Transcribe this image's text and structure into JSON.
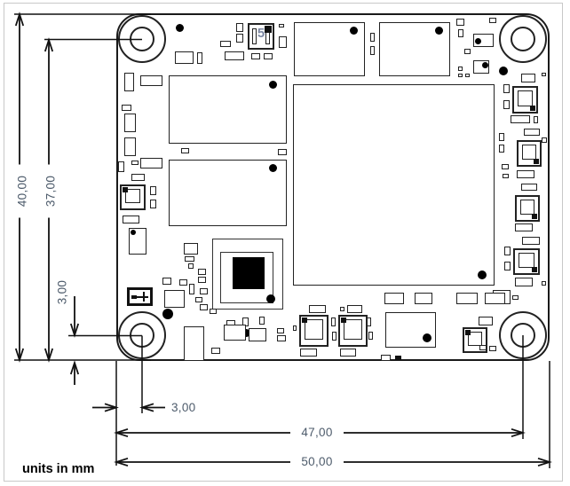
{
  "note": {
    "units": "units in mm"
  },
  "dimensions": {
    "board_height_mm": "40,00",
    "hole_center_to_bottom_mm": "37,00",
    "hole_offset_bottom_mm": "3,00",
    "hole_offset_left_mm": "3,00",
    "edge_to_hole_span_mm": "47,00",
    "board_width_mm": "50,00"
  },
  "oscillator_label": "5",
  "colors": {
    "dimension_text": "#4d5b6b",
    "drawing_line": "#111111",
    "note_text": "#000000",
    "frame_border": "#c8c8c8"
  },
  "components": [
    [
      "hole",
      133,
      17,
      54,
      54
    ],
    [
      "hole",
      562,
      17,
      54,
      54
    ],
    [
      "hole",
      133,
      351,
      54,
      54
    ],
    [
      "hole",
      562,
      351,
      54,
      54
    ],
    [
      "ic",
      331,
      25,
      80,
      61
    ],
    [
      "dot",
      394,
      30,
      9
    ],
    [
      "ic",
      427,
      25,
      80,
      61
    ],
    [
      "dot",
      490,
      30,
      9
    ],
    [
      "ic",
      190,
      85,
      133,
      77
    ],
    [
      "dot",
      303,
      91,
      9
    ],
    [
      "ic",
      190,
      180,
      133,
      75
    ],
    [
      "dot",
      303,
      185,
      9
    ],
    [
      "ic",
      330,
      95,
      227,
      227
    ],
    [
      "dot",
      538,
      305,
      10
    ],
    [
      "ic",
      434,
      352,
      57,
      40
    ],
    [
      "dot",
      476,
      376,
      10
    ],
    [
      "ic",
      533,
      38,
      23,
      15
    ],
    [
      "dot",
      535,
      43,
      7
    ],
    [
      "ic",
      533,
      68,
      18,
      15
    ],
    [
      "dot",
      543,
      70,
      7
    ],
    [
      "bga",
      239,
      269,
      80,
      80
    ],
    [
      "ind",
      135,
      208,
      29,
      29,
      "tl"
    ],
    [
      "ind",
      337,
      355,
      33,
      36,
      "tl"
    ],
    [
      "ind",
      381,
      355,
      33,
      36,
      "tl"
    ],
    [
      "ind",
      521,
      369,
      28,
      29,
      "tl"
    ],
    [
      "ind",
      577,
      97,
      29,
      31,
      "br"
    ],
    [
      "ind",
      582,
      158,
      28,
      30,
      "br"
    ],
    [
      "ind",
      580,
      220,
      28,
      30,
      "br"
    ],
    [
      "ind",
      578,
      280,
      30,
      30,
      "br"
    ],
    [
      "osc",
      279,
      26,
      30,
      30
    ],
    [
      "cross",
      143,
      324,
      29,
      21
    ],
    [
      "dot",
      198,
      27,
      9
    ],
    [
      "dot",
      562,
      75,
      10
    ],
    [
      "dot",
      183,
      348,
      12
    ],
    [
      "dot",
      273,
      371,
      9
    ],
    [
      "dot",
      212,
      396,
      8
    ],
    [
      "ic",
      140,
      82,
      11,
      21
    ],
    [
      "pass",
      158,
      85,
      25,
      12
    ],
    [
      "pass",
      137,
      118,
      11,
      7
    ],
    [
      "ic",
      140,
      128,
      13,
      21
    ],
    [
      "ic",
      140,
      155,
      13,
      21
    ],
    [
      "pass",
      133,
      182,
      7,
      12
    ],
    [
      "pass",
      148,
      181,
      8,
      5
    ],
    [
      "ic",
      158,
      178,
      25,
      12
    ],
    [
      "pass",
      148,
      196,
      15,
      8
    ],
    [
      "pass",
      169,
      210,
      7,
      10
    ],
    [
      "pass",
      169,
      225,
      7,
      10
    ],
    [
      "pass",
      138,
      243,
      19,
      9
    ],
    [
      "ic",
      145,
      257,
      20,
      30
    ],
    [
      "dot",
      147,
      259,
      6
    ],
    [
      "pass",
      248,
      46,
      12,
      7
    ],
    [
      "pass",
      266,
      26,
      8,
      10
    ],
    [
      "pass",
      266,
      38,
      8,
      10
    ],
    [
      "ic",
      197,
      58,
      21,
      14
    ],
    [
      "pass",
      222,
      59,
      6,
      13
    ],
    [
      "ic",
      253,
      58,
      22,
      10
    ],
    [
      "pass",
      283,
      60,
      10,
      7
    ],
    [
      "pass",
      297,
      60,
      10,
      7
    ],
    [
      "pass",
      314,
      27,
      6,
      4
    ],
    [
      "pass",
      314,
      41,
      9,
      13
    ],
    [
      "pass",
      417,
      37,
      5,
      10
    ],
    [
      "pass",
      417,
      52,
      5,
      10
    ],
    [
      "pass",
      514,
      21,
      9,
      8
    ],
    [
      "pass",
      516,
      33,
      6,
      9
    ],
    [
      "pass",
      551,
      20,
      8,
      6
    ],
    [
      "pass",
      523,
      55,
      7,
      6
    ],
    [
      "pass",
      516,
      75,
      5,
      5
    ],
    [
      "pass",
      516,
      83,
      5,
      4
    ],
    [
      "pass",
      524,
      83,
      5,
      4
    ],
    [
      "pass",
      587,
      83,
      16,
      10
    ],
    [
      "pass",
      610,
      82,
      5,
      4
    ],
    [
      "pass",
      567,
      95,
      7,
      10
    ],
    [
      "pass",
      567,
      113,
      7,
      10
    ],
    [
      "pass",
      575,
      130,
      22,
      9
    ],
    [
      "pass",
      601,
      131,
      5,
      8
    ],
    [
      "pass",
      590,
      145,
      18,
      8
    ],
    [
      "pass",
      562,
      150,
      6,
      9
    ],
    [
      "pass",
      562,
      163,
      6,
      9
    ],
    [
      "pass",
      610,
      155,
      6,
      6
    ],
    [
      "pass",
      565,
      185,
      8,
      6
    ],
    [
      "pass",
      566,
      196,
      7,
      5
    ],
    [
      "pass",
      582,
      192,
      20,
      9
    ],
    [
      "pass",
      587,
      207,
      18,
      8
    ],
    [
      "pass",
      580,
      252,
      20,
      9
    ],
    [
      "pass",
      588,
      267,
      20,
      9
    ],
    [
      "pass",
      568,
      278,
      7,
      10
    ],
    [
      "pass",
      568,
      295,
      7,
      10
    ],
    [
      "pass",
      580,
      313,
      20,
      10
    ],
    [
      "pass",
      610,
      317,
      5,
      5
    ],
    [
      "ic",
      555,
      327,
      20,
      16
    ],
    [
      "pass",
      577,
      333,
      7,
      5
    ],
    [
      "pass",
      204,
      167,
      9,
      6
    ],
    [
      "pass",
      313,
      168,
      10,
      7
    ],
    [
      "pass",
      207,
      274,
      16,
      13
    ],
    [
      "pass",
      208,
      289,
      11,
      6
    ],
    [
      "pass",
      212,
      297,
      6,
      6
    ],
    [
      "pass",
      183,
      313,
      10,
      8
    ],
    [
      "pass",
      202,
      315,
      9,
      7
    ],
    [
      "pass",
      223,
      303,
      9,
      7
    ],
    [
      "pass",
      223,
      312,
      9,
      7
    ],
    [
      "pass",
      213,
      320,
      6,
      12
    ],
    [
      "pass",
      225,
      325,
      9,
      7
    ],
    [
      "pass",
      220,
      335,
      8,
      6
    ],
    [
      "pass",
      225,
      343,
      9,
      7
    ],
    [
      "pass",
      236,
      348,
      8,
      6
    ],
    [
      "pass",
      255,
      361,
      10,
      7
    ],
    [
      "pass",
      255,
      370,
      10,
      7
    ],
    [
      "pass",
      273,
      358,
      7,
      10
    ],
    [
      "pass",
      292,
      357,
      6,
      9
    ],
    [
      "ic",
      185,
      327,
      23,
      20
    ],
    [
      "ic",
      207,
      368,
      23,
      39
    ],
    [
      "ic",
      252,
      366,
      25,
      18
    ],
    [
      "ic",
      280,
      370,
      20,
      15
    ],
    [
      "pass",
      312,
      370,
      8,
      6
    ],
    [
      "pass",
      312,
      378,
      10,
      7
    ],
    [
      "pass",
      238,
      392,
      10,
      7
    ],
    [
      "pass",
      433,
      330,
      22,
      13
    ],
    [
      "pass",
      467,
      330,
      20,
      13
    ],
    [
      "pass",
      514,
      330,
      24,
      13
    ],
    [
      "pass",
      546,
      330,
      23,
      13
    ],
    [
      "pass",
      348,
      344,
      19,
      9
    ],
    [
      "pass",
      391,
      344,
      17,
      9
    ],
    [
      "pass",
      383,
      346,
      5,
      5
    ],
    [
      "pass",
      373,
      358,
      5,
      10
    ],
    [
      "pass",
      374,
      374,
      5,
      10
    ],
    [
      "pass",
      413,
      358,
      5,
      10
    ],
    [
      "pass",
      415,
      374,
      5,
      9
    ],
    [
      "pass",
      330,
      367,
      4,
      6
    ],
    [
      "pass",
      338,
      393,
      19,
      9
    ],
    [
      "pass",
      383,
      393,
      18,
      9
    ],
    [
      "pass",
      429,
      400,
      11,
      7
    ],
    [
      "fill",
      445,
      401,
      7,
      5
    ],
    [
      "pass",
      539,
      357,
      16,
      10
    ],
    [
      "pass",
      540,
      389,
      8,
      6
    ],
    [
      "pass",
      551,
      390,
      8,
      6
    ]
  ]
}
